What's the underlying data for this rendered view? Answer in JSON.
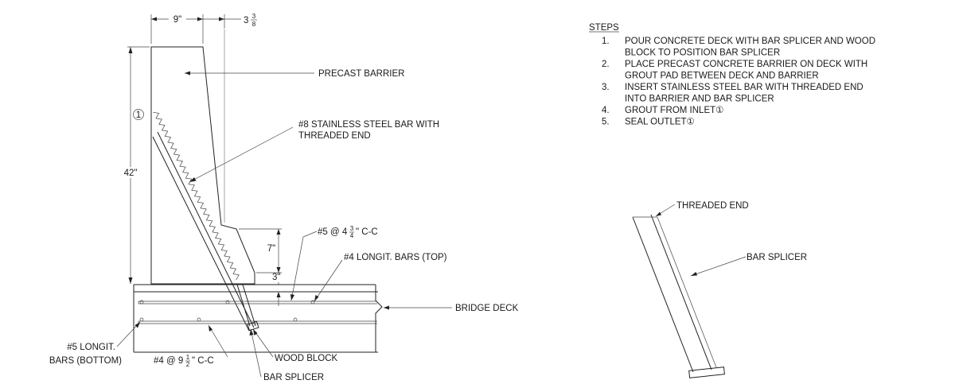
{
  "section": {
    "dims": {
      "top_width": "9\"",
      "offset_whole": "3",
      "offset_num": "3",
      "offset_den": "8",
      "height": "42\"",
      "curb_height": "7\"",
      "cover": "3\""
    },
    "callouts": {
      "inlet_symbol": "①",
      "precast_barrier": "PRECAST BARRIER",
      "stainless_bar_line1": "#8 STAINLESS STEEL BAR WITH",
      "stainless_bar_line2": "THREADED END",
      "transverse_bars_prefix": "#5 @ 4",
      "transverse_bars_num": "3",
      "transverse_bars_den": "4",
      "transverse_bars_suffix": "\" C-C",
      "top_bars": "#4 LONGIT. BARS (TOP)",
      "bridge_deck": "BRIDGE DECK",
      "bottom_bars_line1": "#5 LONGIT.",
      "bottom_bars_line2": "BARS (BOTTOM)",
      "bottom_transverse_prefix": "#4 @ 9",
      "bottom_transverse_num": "1",
      "bottom_transverse_den": "2",
      "bottom_transverse_suffix": "\" C-C",
      "wood_block": "WOOD BLOCK",
      "bar_splicer": "BAR SPLICER"
    }
  },
  "steps": {
    "title": "STEPS",
    "items": [
      {
        "num": "1.",
        "lines": [
          "POUR CONCRETE DECK WITH BAR SPLICER AND WOOD",
          "BLOCK TO POSITION BAR SPLICER"
        ]
      },
      {
        "num": "2.",
        "lines": [
          "PLACE PRECAST CONCRETE BARRIER ON DECK WITH",
          "GROUT PAD BETWEEN DECK AND BARRIER"
        ]
      },
      {
        "num": "3.",
        "lines": [
          "INSERT STAINLESS STEEL BAR WITH THREADED END",
          "INTO BARRIER AND BAR SPLICER"
        ]
      },
      {
        "num": "4.",
        "lines": [
          "GROUT FROM INLET①"
        ]
      },
      {
        "num": "5.",
        "lines": [
          "SEAL OUTLET①"
        ]
      }
    ]
  },
  "detail": {
    "threaded_end": "THREADED END",
    "bar_splicer": "BAR SPLICER"
  }
}
